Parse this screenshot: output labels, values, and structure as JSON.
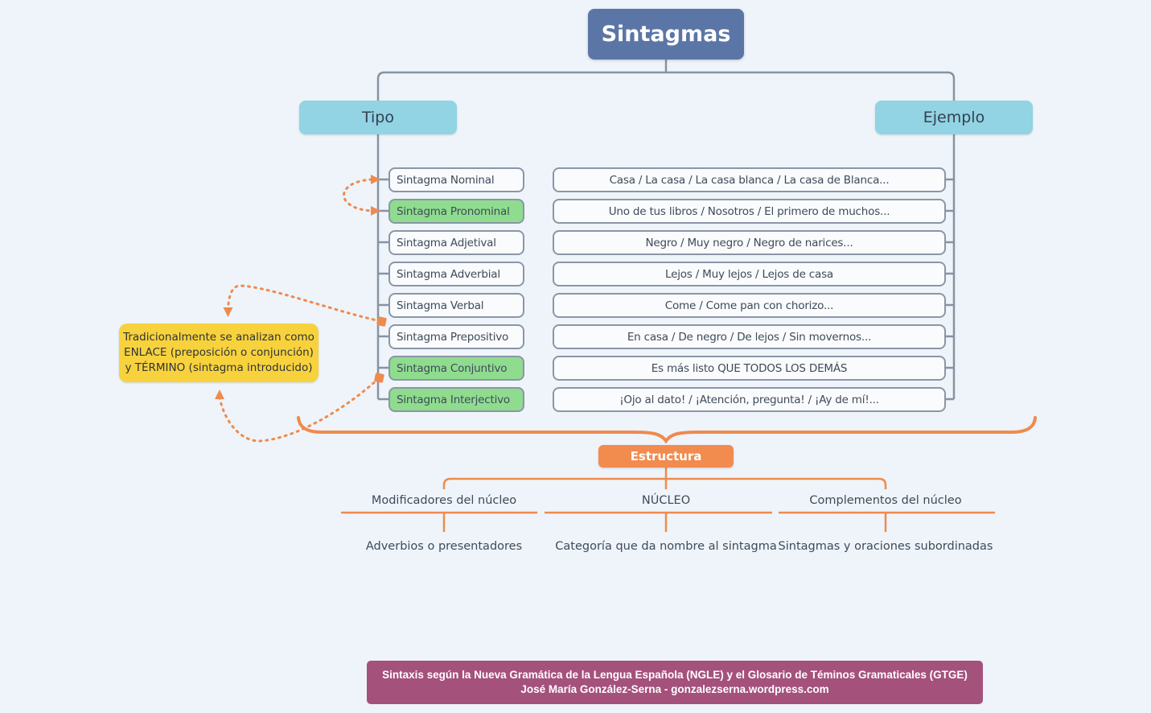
{
  "title": "Sintagmas",
  "columns": {
    "type_header": "Tipo",
    "example_header": "Ejemplo"
  },
  "rows": [
    {
      "type": "Sintagma Nominal",
      "example": "Casa / La casa / La casa blanca / La casa de Blanca...",
      "highlight": false
    },
    {
      "type": "Sintagma Pronominal",
      "example": "Uno de tus libros / Nosotros / El primero de muchos...",
      "highlight": true
    },
    {
      "type": "Sintagma Adjetival",
      "example": "Negro / Muy negro / Negro de narices...",
      "highlight": false
    },
    {
      "type": "Sintagma Adverbial",
      "example": "Lejos / Muy lejos / Lejos de casa",
      "highlight": false
    },
    {
      "type": "Sintagma Verbal",
      "example": "Come / Come pan con chorizo...",
      "highlight": false
    },
    {
      "type": "Sintagma Prepositivo",
      "example": "En casa / De negro / De lejos / Sin movernos...",
      "highlight": false
    },
    {
      "type": "Sintagma Conjuntivo",
      "example": "Es más listo QUE TODOS LOS DEMÁS",
      "highlight": true
    },
    {
      "type": "Sintagma Interjectivo",
      "example": "¡Ojo al dato! / ¡Atención, pregunta! / ¡Ay de mí!...",
      "highlight": true
    }
  ],
  "note": {
    "line1": "Tradicionalmente se analizan como",
    "line2": "ENLACE (preposición o conjunción)",
    "line3": "y TÉRMINO (sintagma introducido)"
  },
  "structure": {
    "label": "Estructura",
    "branches": [
      {
        "label": "Modificadores del núcleo",
        "description": "Adverbios o presentadores"
      },
      {
        "label": "NÚCLEO",
        "description": "Categoría que da nombre al sintagma"
      },
      {
        "label": "Complementos del núcleo",
        "description": "Sintagmas y oraciones subordinadas"
      }
    ]
  },
  "footer": {
    "line1": "Sintaxis según la Nueva Gramática de la Lengua Española (NGLE) y el Glosario de Téminos Gramaticales (GTGE)",
    "line2": "José María González-Serna  - gonzalezserna.wordpress.com"
  },
  "colors": {
    "background": "#eef4f9",
    "root_node": "#5b76a6",
    "header_node": "#92d3e4",
    "highlight_node": "#8fdc8f",
    "plain_node": "#f9fbfd",
    "node_border": "#8b96a6",
    "connector_gray": "#8793a4",
    "accent_orange": "#ef8a4e",
    "note_yellow": "#f8d23d",
    "footer_purple": "#a4517c",
    "text_dark": "#3f4a59"
  }
}
